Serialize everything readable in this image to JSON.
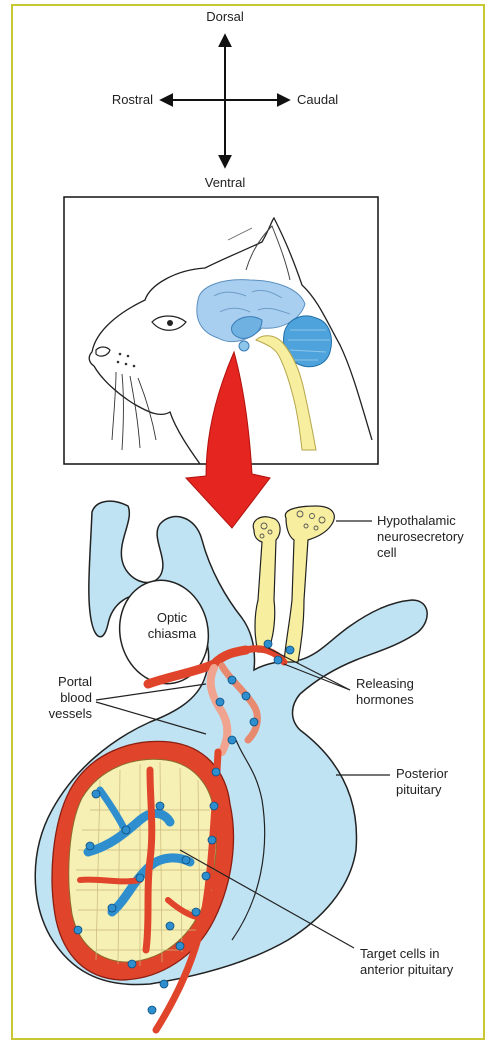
{
  "compass": {
    "dorsal": "Dorsal",
    "ventral": "Ventral",
    "rostral": "Rostral",
    "caudal": "Caudal"
  },
  "labels": {
    "optic_1": "Optic",
    "optic_2": "chiasma",
    "hypo_1": "Hypothalamic",
    "hypo_2": "neurosecretory",
    "hypo_3": "cell",
    "portal_1": "Portal",
    "portal_2": "blood",
    "portal_3": "vessels",
    "releasing_1": "Releasing",
    "releasing_2": "hormones",
    "posterior_1": "Posterior",
    "posterior_2": "pituitary",
    "target_1": "Target cells in",
    "target_2": "anterior pituitary"
  },
  "colors": {
    "frame_border": "#c8c832",
    "tissue_blue": "#bfe3f3",
    "vessel_red": "#e0452c",
    "cell_yellow": "#f6f0b4",
    "hormone_dot": "#2f8fce",
    "arrow_red": "#e52520"
  }
}
